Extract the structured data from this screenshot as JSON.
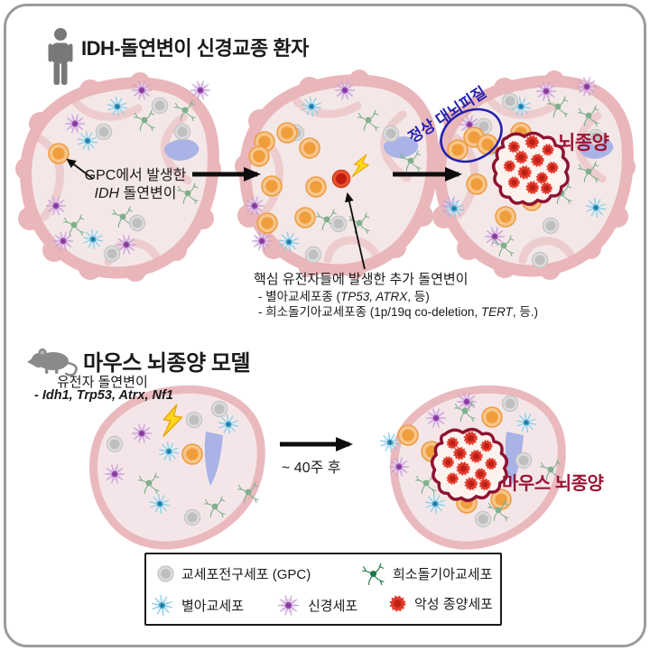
{
  "patient_section": {
    "icon": "person-icon",
    "title": "IDH-돌연변이 신경교종 환자",
    "gpc_annotation": {
      "line1": "GPC에서 발생한",
      "gene_italic": "IDH",
      "line2_rest": " 돌연변이"
    },
    "extra_mutation": {
      "title": "핵심 유전자들에 발생한 추가 돌연변이",
      "item1_pre": "- 별아교세포종 (",
      "item1_genes": "TP53, ATRX",
      "item1_post": ", 등)",
      "item2_pre": "- 희소돌기아교세포종 (1p/19q co-deletion, ",
      "item2_genes": "TERT",
      "item2_post": ", 등.)"
    },
    "normal_cortex_label": "정상 대뇌피질",
    "tumor_label": "뇌종양"
  },
  "mouse_section": {
    "icon": "mouse-icon",
    "title": "마우스 뇌종양 모델",
    "mutation_line1": "유전자 돌연변이",
    "mutation_line2": "- Idh1, Trp53, Atrx, Nf1",
    "arrow_label": "~ 40주 후",
    "tumor_label": "마우스 뇌종양"
  },
  "legend": {
    "items": [
      {
        "icon": "gpc-cell-icon",
        "label": "교세포전구세포 (GPC)"
      },
      {
        "icon": "oligodendrocyte-icon",
        "label": "희소돌기아교세포"
      },
      {
        "icon": "astrocyte-icon",
        "label": "별아교세포"
      },
      {
        "icon": "neuron-icon",
        "label": "신경세포"
      },
      {
        "icon": "malignant-tumor-cell-icon",
        "label": "악성 종양세포"
      }
    ]
  },
  "colors": {
    "cortex_pink": "#e9b6ba",
    "brain_inner": "#f4e7e7",
    "ventricle_blue": "#a9b3e6",
    "orange_cell": "#f09d3c",
    "red_mutant_cell": "#c01c12",
    "tumor_outline": "#8e1230",
    "tumor_label_red": "#9a1535",
    "normal_cortex_blue": "#2420b0",
    "neuron_purple": "#9b4fb0",
    "astrocyte_blue": "#3e9ec7",
    "oligodendrocyte_green": "#1d7a46",
    "gpc_gray": "#c0c0c0",
    "lightning_yellow": "#ffd919"
  }
}
